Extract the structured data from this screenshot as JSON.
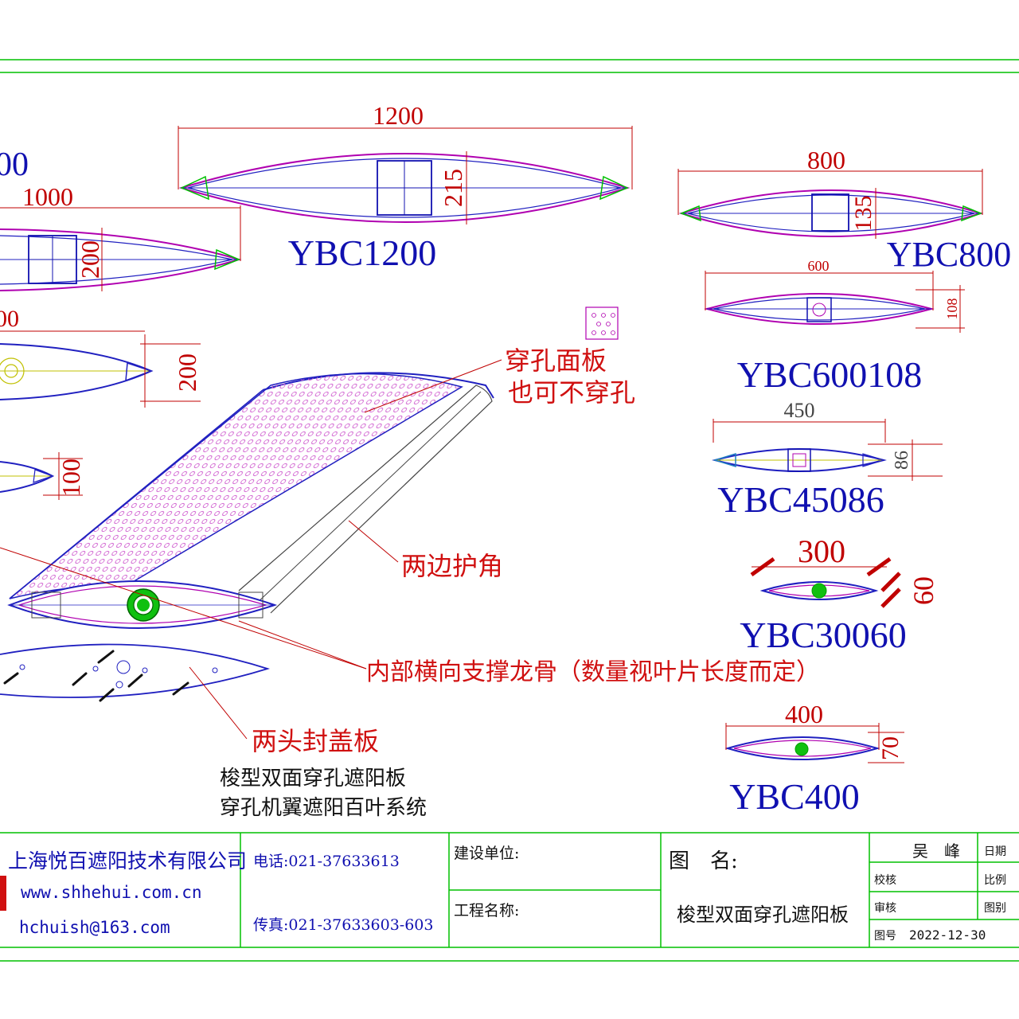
{
  "colors": {
    "frame": "#00c000",
    "dimension": "#c00000",
    "model": "#1010b0",
    "outline_magenta": "#b000b0",
    "outline_blue": "#2020c0",
    "corner_green": "#00c000",
    "perforation": "#d060d0",
    "callout_text": "#d01010",
    "body_text": "#111111"
  },
  "models": [
    {
      "id": "YBC1200",
      "length": "1200",
      "height": "215"
    },
    {
      "id": "YBC800",
      "length": "800",
      "height": "135"
    },
    {
      "id": "YBC600108",
      "length": "600",
      "height": "108"
    },
    {
      "id": "YBC45086",
      "length": "450",
      "height": "86"
    },
    {
      "id": "YBC30060",
      "length": "300",
      "height": "60"
    },
    {
      "id": "YBC400",
      "length": "400",
      "height": "70"
    }
  ],
  "partial_dims": {
    "left_top_cut": "00",
    "d1000": "1000",
    "h200_a": "200",
    "left_mid_cut": "00",
    "h200_b": "200",
    "h100": "100"
  },
  "callouts": {
    "perforated_panel_l1": "穿孔面板",
    "perforated_panel_l2": "也可不穿孔",
    "edge_guard": "两边护角",
    "internal_rib": "内部横向支撑龙骨（数量视叶片长度而定）",
    "end_caps": "两头封盖板"
  },
  "caption": {
    "line1": "梭型双面穿孔遮阳板",
    "line2": "穿孔机翼遮阳百叶系统"
  },
  "title_block": {
    "company": "上海悦百遮阳技术有限公司",
    "website": "www.shhehui.com.cn",
    "email": "hchuish@163.com",
    "phone": "电话:021-37633613",
    "fax": "传真:021-37633603-603",
    "client_label": "建设单位:",
    "project_label": "工程名称:",
    "drawing_name_label": "图　名:",
    "drawing_name": "梭型双面穿孔遮阳板",
    "designer": "吴　峰",
    "date_label": "日期",
    "check_label": "校核",
    "scale_label": "比例",
    "review_label": "审核",
    "drawing_type_label": "图别",
    "drawing_no_label": "图号",
    "drawing_no": "2022-12-30"
  }
}
